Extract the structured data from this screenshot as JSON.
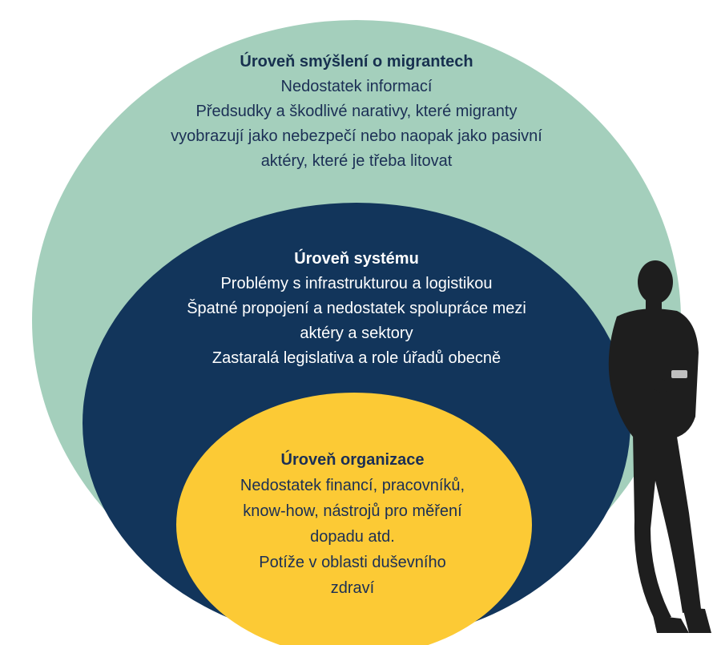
{
  "colors": {
    "outer_circle": "#a4cfbc",
    "middle_circle": "#12355b",
    "inner_circle": "#fcca35",
    "person_silhouette": "#1e1e1e"
  },
  "levels": {
    "outer": {
      "title": "Úroveň smýšlení o migrantech",
      "lines": [
        "Nedostatek informací",
        "Předsudky a škodlivé narativy, které migranty",
        "vyobrazují jako nebezpečí nebo naopak jako pasivní",
        "aktéry, které je třeba litovat"
      ]
    },
    "system": {
      "title": "Úroveň systému",
      "lines": [
        "Problémy s infrastrukturou a logistikou",
        "Špatné propojení a nedostatek spolupráce mezi",
        "aktéry a sektory",
        "Zastaralá legislativa a role úřadů obecně"
      ]
    },
    "organization": {
      "title": "Úroveň organizace",
      "lines": [
        "Nedostatek financí, pracovníků,",
        "know-how, nástrojů pro měření",
        "dopadu atd.",
        "Potíže v oblasti duševního",
        "zdraví"
      ]
    }
  }
}
